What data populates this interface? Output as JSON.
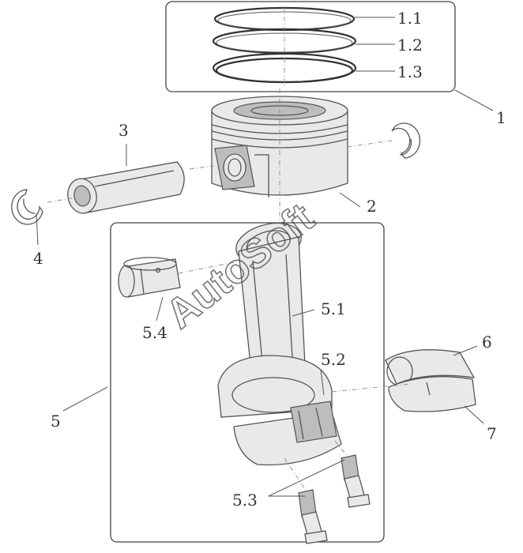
{
  "callouts": {
    "c1_1": "1.1",
    "c1_2": "1.2",
    "c1_3": "1.3",
    "c1": "1",
    "c2": "2",
    "c3": "3",
    "c4": "4",
    "c5": "5",
    "c5_1": "5.1",
    "c5_2": "5.2",
    "c5_3": "5.3",
    "c5_4": "5.4",
    "c6": "6",
    "c7": "7"
  },
  "watermark": "AutoSoft"
}
